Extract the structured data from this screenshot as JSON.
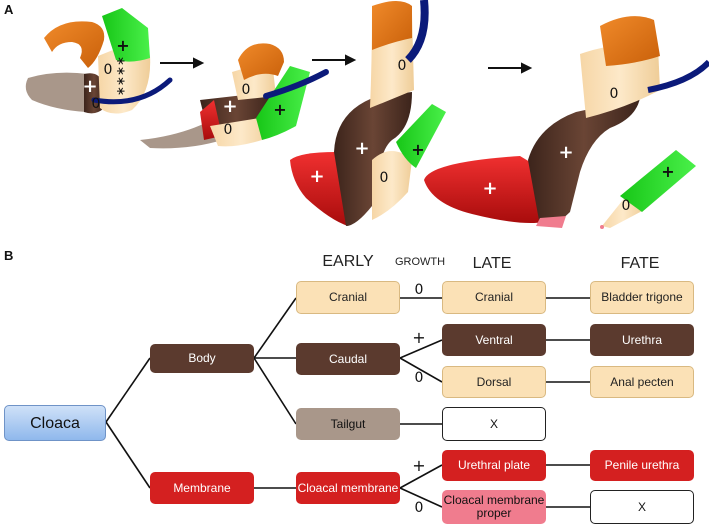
{
  "panels": {
    "a": "A",
    "b": "B"
  },
  "colors": {
    "cranial": "#FBE1B6",
    "body": "#5B3A2E",
    "tailgut": "#A9978A",
    "membrane": "#D42020",
    "membrane_proper": "#F07C8E",
    "cloaca": "#9CC2F0",
    "green": "#2DE02D",
    "orange": "#E8740F",
    "navy": "#0B1A7A"
  },
  "panel_a": {
    "stage1": {
      "plus_green": "+",
      "plus_white": "+",
      "zero_a": "0",
      "zero_b": "0",
      "stars": "∗∗∗∗"
    },
    "stage2": {
      "plus_white": "+",
      "plus_green": "+",
      "zero_a": "0",
      "zero_b": "0"
    },
    "stage3": {
      "zero_top": "0",
      "plus_red": "+",
      "plus_brown": "+",
      "plus_green": "+",
      "zero_bottom": "0"
    },
    "stage4": {
      "zero_top": "0",
      "plus_brown": "+",
      "plus_red": "+",
      "plus_green": "+",
      "zero_green": "0"
    }
  },
  "headers": {
    "early": "EARLY",
    "growth": "GROWTH",
    "late": "LATE",
    "fate": "FATE"
  },
  "nodes": {
    "cloaca": "Cloaca",
    "body": "Body",
    "membrane": "Membrane",
    "cranial_early": "Cranial",
    "caudal": "Caudal",
    "tailgut": "Tailgut",
    "cloacal_membrane": "Cloacal membrane",
    "cranial_late": "Cranial",
    "ventral": "Ventral",
    "dorsal": "Dorsal",
    "x_tailgut": "X",
    "urethral_plate": "Urethral plate",
    "cloacal_membrane_proper": "Cloacal membrane proper",
    "bladder_trigone": "Bladder trigone",
    "urethra": "Urethra",
    "anal_pecten": "Anal pecten",
    "penile_urethra": "Penile urethra",
    "x_membrane": "X"
  },
  "growth_signs": {
    "cranial": "0",
    "ventral": "+",
    "dorsal": "0",
    "urethral": "+",
    "proper": "0"
  }
}
